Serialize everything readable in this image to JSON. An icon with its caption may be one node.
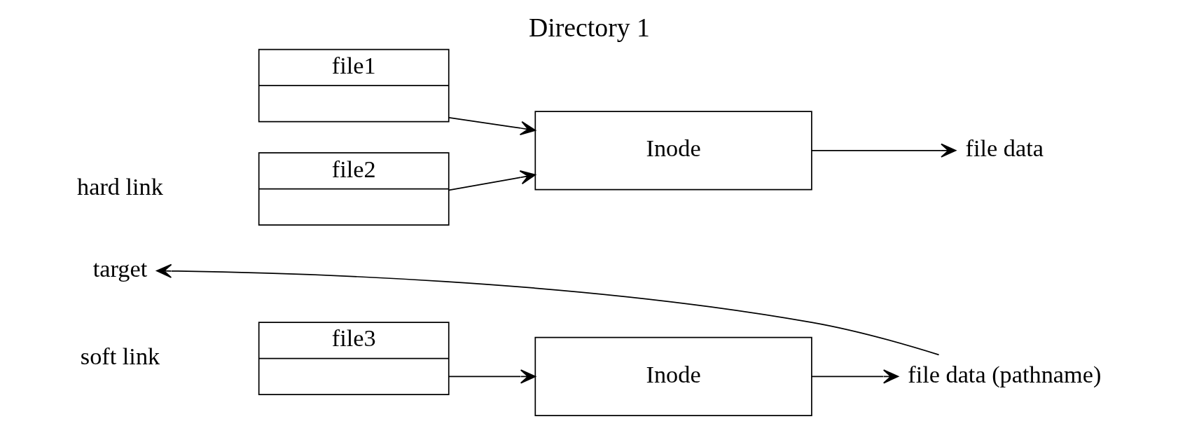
{
  "diagram": {
    "title": "Directory 1",
    "nodes": [
      {
        "text": [
          "target"
        ]
      },
      {
        "text": [
          "file1"
        ]
      },
      {
        "text": [
          "file2"
        ]
      },
      {
        "text": [
          "file3"
        ]
      },
      {
        "text": [
          "Inode"
        ]
      },
      {
        "text": [
          "Inode"
        ]
      },
      {
        "text": [
          "file data"
        ]
      },
      {
        "text": [
          "file data (pathname)"
        ]
      }
    ],
    "edges": [
      {
        "from": 1,
        "to": 4,
        "arrow": "to"
      },
      {
        "from": 2,
        "to": 4,
        "arrow": "to"
      },
      {
        "from": 3,
        "to": 5,
        "arrow": "to"
      },
      {
        "from": 4,
        "to": 6,
        "arrow": "to"
      },
      {
        "from": 5,
        "to": 7,
        "arrow": "to"
      },
      {
        "from": 7,
        "to": 0,
        "arrow": "to"
      }
    ],
    "labels": [
      "hard link",
      "soft link"
    ]
  }
}
